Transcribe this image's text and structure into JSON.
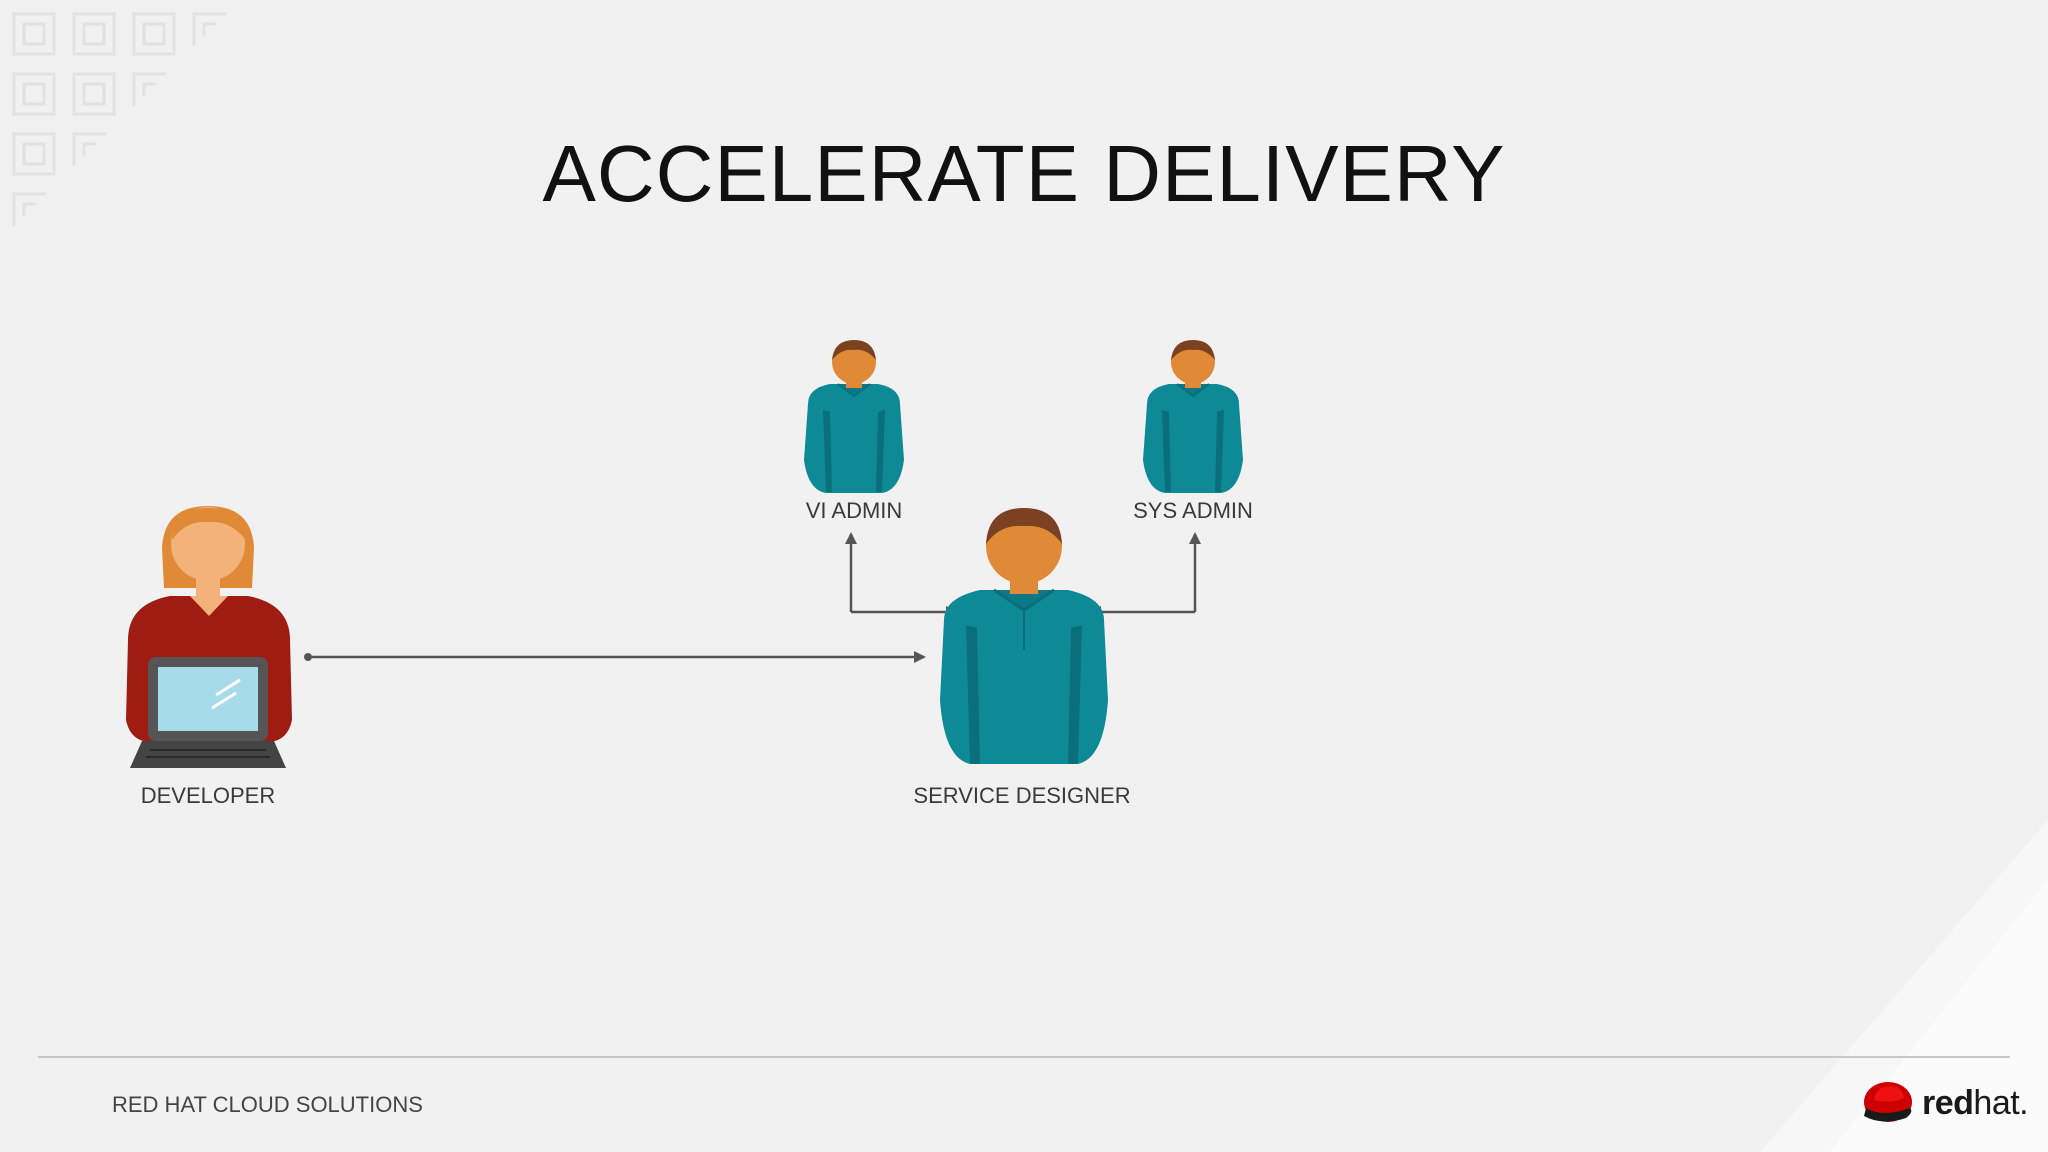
{
  "slide": {
    "title": "ACCELERATE DELIVERY",
    "footer": "RED HAT CLOUD SOLUTIONS"
  },
  "nodes": {
    "developer": "DEVELOPER",
    "service_designer": "SERVICE DESIGNER",
    "vi_admin": "VI ADMIN",
    "sys_admin": "SYS ADMIN"
  },
  "logo": {
    "bold": "red",
    "light": "hat."
  },
  "colors": {
    "background": "#f1f1f1",
    "teal_shirt": "#0e8a97",
    "red_shirt": "#9e1c12",
    "skin": "#e08a37",
    "hair": "#7a4220",
    "arrow": "#555555",
    "brand_red": "#cc0000"
  }
}
